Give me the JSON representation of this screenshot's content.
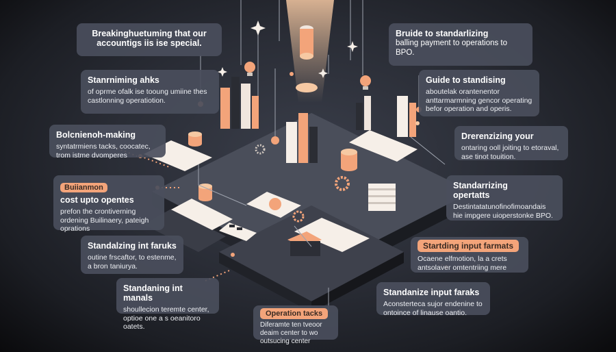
{
  "cards": {
    "c1": {
      "title": "Breakinghuetuming that our",
      "body": "accountigs iis ise special."
    },
    "c2": {
      "title": "Bruide to standarlizing",
      "body": "balling payment to operations to BPO."
    },
    "c3": {
      "title": "Stanrniming ahks",
      "body": "of oprme ofalk ise tooung umiine thes castlonning operatiotion."
    },
    "c4": {
      "title": "Guide to standising",
      "body": "aboutelak orantenentor anttarmarmning gencor operating befor operation and operis."
    },
    "c5": {
      "title": "Bolcnienoh-making",
      "body": "syntatrmiens tacks, coocatec, trom istme dvomperes"
    },
    "c6": {
      "title": "Drerenzizing your",
      "body": "ontaring ooll joiting to etoraval, ase tinot touition."
    },
    "c7": {
      "tag": "Buiianmon",
      "title": "cost upto opentes",
      "body": "prefon the crontiverning ordening Builinaery, pateigh oprations"
    },
    "c8": {
      "title": "Standarrizing",
      "title2": "opertatts",
      "body": "Destintatatunofinofimoandais hie impgere uioperstonke BPO."
    },
    "c9": {
      "title": "Standalzing int faruks",
      "body": "outine frscaftor, to estenme, a bron taniurya."
    },
    "c10": {
      "tag": "Startding input farmats",
      "body": "Ocaene elfmotion, la a crets antsolaver omtentriing mere"
    },
    "c11": {
      "title": "Standaning int manals",
      "body": "shoullecion teremte center, optioe one a s oeanitoro oatets."
    },
    "c12": {
      "title": "Standanize input faraks",
      "body": "Aconsterteca sujor endenine to ontoince of linause oantio."
    },
    "c13": {
      "tag": "Operation tacks",
      "body": "Diferamte ten tveoor deaim center to wo outsucing center"
    }
  },
  "colors": {
    "accent": "#f3a47a",
    "card": "#4a4e5c",
    "background": "#2a2d36",
    "platform": "#3b3f4b"
  },
  "icons": [
    "lightbulb-icon",
    "dollar-coin-icon",
    "gear-icon",
    "sparkle-icon",
    "calculator-icon",
    "chart-icon"
  ]
}
